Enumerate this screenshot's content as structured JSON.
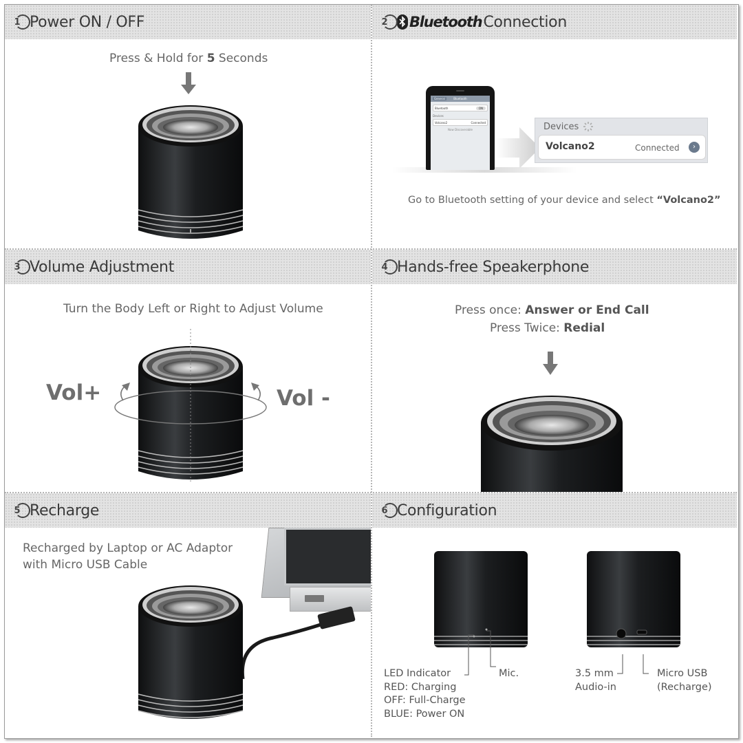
{
  "sections": [
    {
      "number": "1",
      "title": "Power ON / OFF",
      "caption_pre": "Press & Hold for ",
      "caption_bold": "5",
      "caption_post": " Seconds"
    },
    {
      "number": "2",
      "title_logo": "Bluetooth",
      "title": "Connection",
      "device_list_header": "Devices",
      "device_name": "Volcano2",
      "device_status": "Connected",
      "caption_pre": "Go to Bluetooth setting of your device and select ",
      "caption_bold": "“Volcano2”",
      "phone_screen": {
        "nav_title": "Bluetooth",
        "back_label": "General",
        "row_bluetooth": "Bluetooth",
        "toggle_label": "ON",
        "row_devices": "Devices",
        "row_device": "Volcano2",
        "row_device_status": "Connected",
        "hint": "Now Discoverable"
      }
    },
    {
      "number": "3",
      "title": "Volume Adjustment",
      "caption": "Turn the Body Left or Right to Adjust Volume",
      "vol_plus": "Vol+",
      "vol_minus": "Vol -"
    },
    {
      "number": "4",
      "title": "Hands-free Speakerphone",
      "line1_pre": "Press once: ",
      "line1_bold": "Answer or End Call",
      "line2_pre": "Press Twice: ",
      "line2_bold": "Redial"
    },
    {
      "number": "5",
      "title": "Recharge",
      "caption_line1": "Recharged by Laptop or AC Adaptor",
      "caption_line2": "with Micro USB Cable"
    },
    {
      "number": "6",
      "title": "Configuration",
      "led_lines": [
        "LED Indicator",
        "RED: Charging",
        "OFF: Full-Charge",
        "BLUE: Power ON"
      ],
      "mic": "Mic.",
      "audio_lines": [
        "3.5 mm",
        "Audio-in"
      ],
      "usb_lines": [
        "Micro USB",
        "(Recharge)"
      ]
    }
  ],
  "colors": {
    "header_bg": "#e3e3e3",
    "speaker_body": "#1e2022",
    "arrow_gray": "#777777"
  }
}
